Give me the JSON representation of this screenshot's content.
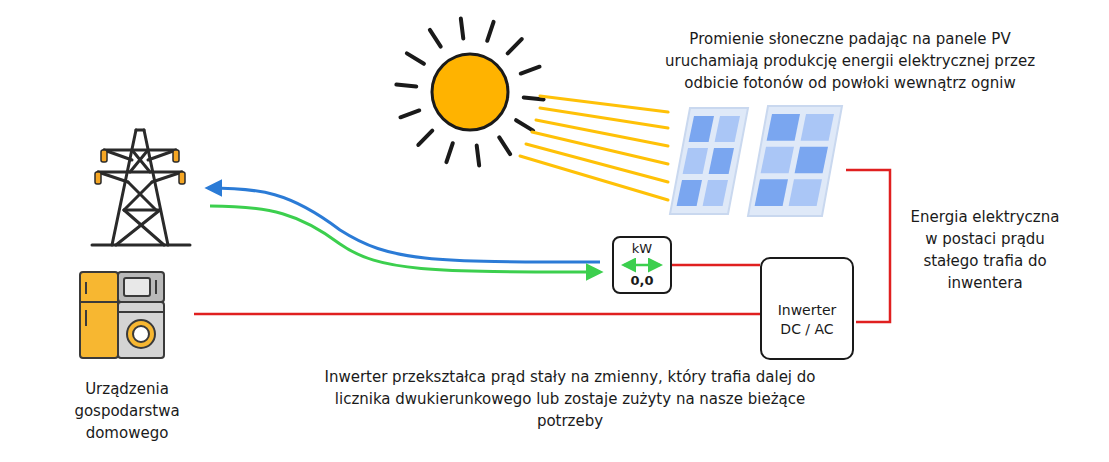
{
  "diagram": {
    "nodes": [
      {
        "text": [
          "Urządzenia gospodarstwa domowego"
        ]
      },
      {
        "text": [
          "kW",
          "0,0"
        ]
      },
      {
        "text": [
          "Inwerter DC / AC"
        ]
      }
    ],
    "edges": [
      {
        "from": 2,
        "to": 1,
        "arrow": "none"
      },
      {
        "from": 2,
        "to": 0,
        "arrow": "none"
      }
    ],
    "labels": [
      "Promienie słoneczne padając na panele PV uruchamiają produkcję energii elektrycznej przez odbicie fotonów od powłoki wewnątrz ogniw",
      "Energia elektryczna w postaci prądu stałego trafia do inwentera",
      "Inwerter przekształca prąd stały na zmienny, który trafia dalej do licznika dwukierunkowego lub zostaje zużyty na nasze bieżące potrzeby"
    ]
  }
}
